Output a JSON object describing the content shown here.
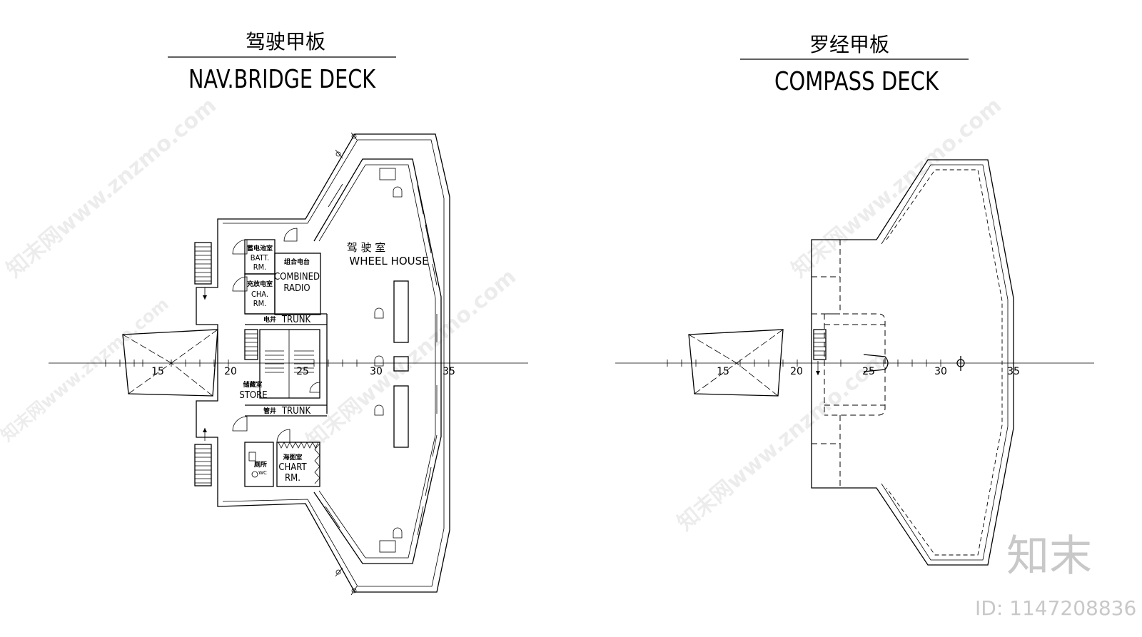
{
  "left_deck": {
    "title_cn": "驾驶甲板",
    "title_en": "NAV.BRIDGE DECK",
    "wheelhouse_cn": "驾 驶 室",
    "wheelhouse_en": "WHEEL HOUSE",
    "batt_cn": "蓄电池室",
    "batt_en1": "BATT.",
    "batt_en2": "RM.",
    "radio_cn": "组合电台",
    "radio_en1": "COMBINED",
    "radio_en2": "RADIO",
    "cha_cn": "充放电室",
    "cha_en1": "CHA.",
    "cha_en2": "RM.",
    "trunk1_cn": "电井",
    "trunk1_en": "TRUNK",
    "store_cn": "储藏室",
    "store_en": "STORE",
    "trunk2_cn": "管井",
    "trunk2_en": "TRUNK",
    "wc_cn": "厕所",
    "wc_en": "WC",
    "chart_cn": "海图室",
    "chart_en1": "CHART",
    "chart_en2": "RM.",
    "frames": [
      "15",
      "20",
      "25",
      "30",
      "35"
    ]
  },
  "right_deck": {
    "title_cn": "罗经甲板",
    "title_en": "COMPASS DECK",
    "frames": [
      "15",
      "20",
      "25",
      "30",
      "35"
    ]
  },
  "watermark": {
    "text": "知末网www.znzmo.com",
    "brand": "知末",
    "id_label": "ID: 1147208836"
  }
}
